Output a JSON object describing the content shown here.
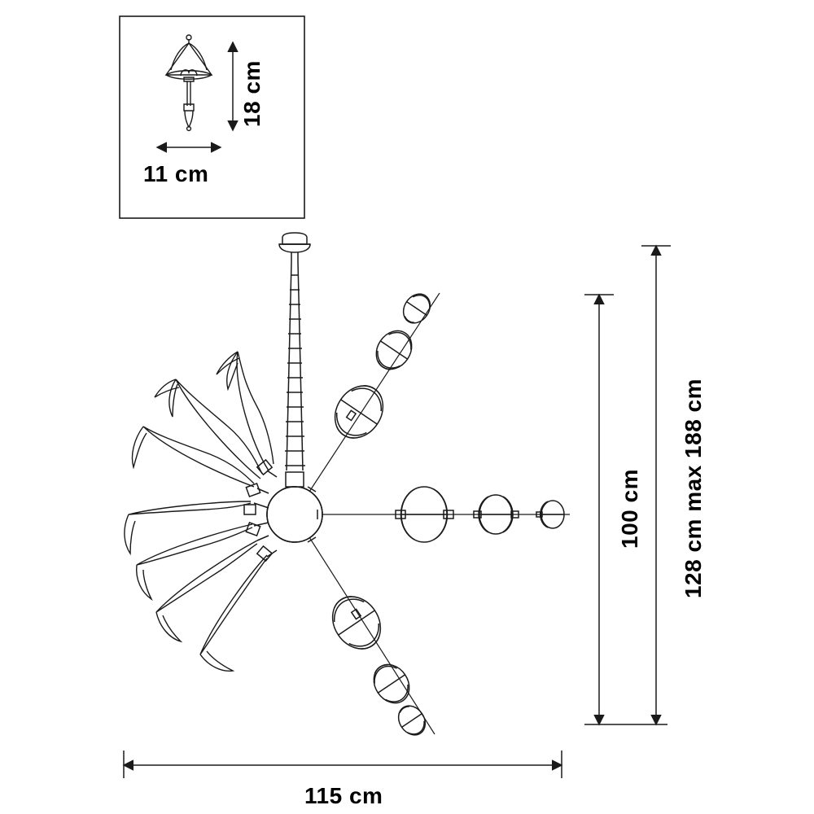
{
  "diagram": {
    "title": "",
    "product": "chandelier-dimension-drawing",
    "colors": {
      "line": "#1a1a1a",
      "background": "#ffffff"
    },
    "inset": {
      "name": "ceiling-mount-detail",
      "height_label": "18 cm",
      "width_label": "11 cm"
    },
    "main": {
      "name": "chandelier-elevation",
      "height_label": "100 cm",
      "total_height_label": "128 cm max 188 cm",
      "width_label": "115 cm"
    }
  }
}
